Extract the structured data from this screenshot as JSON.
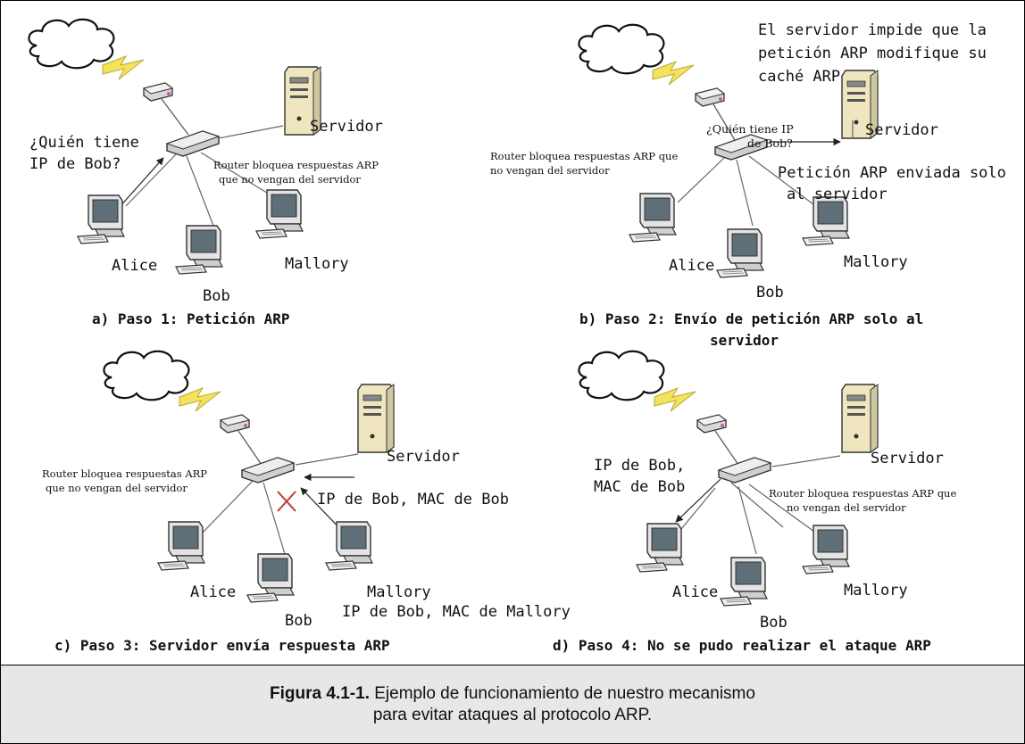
{
  "panels": [
    {
      "caption": "a) Paso 1: Petición ARP",
      "hosts": {
        "alice": "Alice",
        "bob": "Bob",
        "mallory": "Mallory",
        "server": "Servidor"
      },
      "notes": {
        "question": [
          "¿Quién tiene",
          "IP de Bob?"
        ],
        "router": [
          "Router bloquea respuestas ARP",
          "que no vengan del servidor"
        ]
      }
    },
    {
      "caption": [
        "b) Paso 2: Envío de petición ARP solo al",
        "servidor"
      ],
      "hosts": {
        "alice": "Alice",
        "bob": "Bob",
        "mallory": "Mallory",
        "server": "Servidor"
      },
      "notes": {
        "server": [
          "El servidor impide que la",
          "petición ARP modifique su",
          "caché ARP"
        ],
        "question": [
          "¿Quién tiene IP",
          "de Bob?"
        ],
        "router": [
          "Router bloquea respuestas ARP que",
          "no vengan del servidor"
        ],
        "sent": [
          "Petición ARP enviada solo",
          "al servidor"
        ]
      }
    },
    {
      "caption": "c) Paso 3: Servidor envía respuesta ARP",
      "hosts": {
        "alice": "Alice",
        "bob": "Bob",
        "mallory": "Mallory",
        "server": "Servidor"
      },
      "notes": {
        "router": [
          "Router bloquea respuestas ARP",
          "que no vengan del servidor"
        ],
        "reply": "IP de Bob, MAC de Bob",
        "spoof": "IP de Bob, MAC de Mallory"
      }
    },
    {
      "caption": "d) Paso 4: No se pudo realizar el ataque ARP",
      "hosts": {
        "alice": "Alice",
        "bob": "Bob",
        "mallory": "Mallory",
        "server": "Servidor"
      },
      "notes": {
        "reply": [
          "IP de Bob,",
          "MAC de Bob"
        ],
        "router": [
          "Router bloquea respuestas ARP que",
          "no vengan del servidor"
        ]
      }
    }
  ],
  "figure_caption": {
    "label": "Figura 4.1-1.",
    "text_line1": " Ejemplo de funcionamiento de nuestro mecanismo",
    "text_line2": "para evitar ataques al protocolo ARP."
  }
}
